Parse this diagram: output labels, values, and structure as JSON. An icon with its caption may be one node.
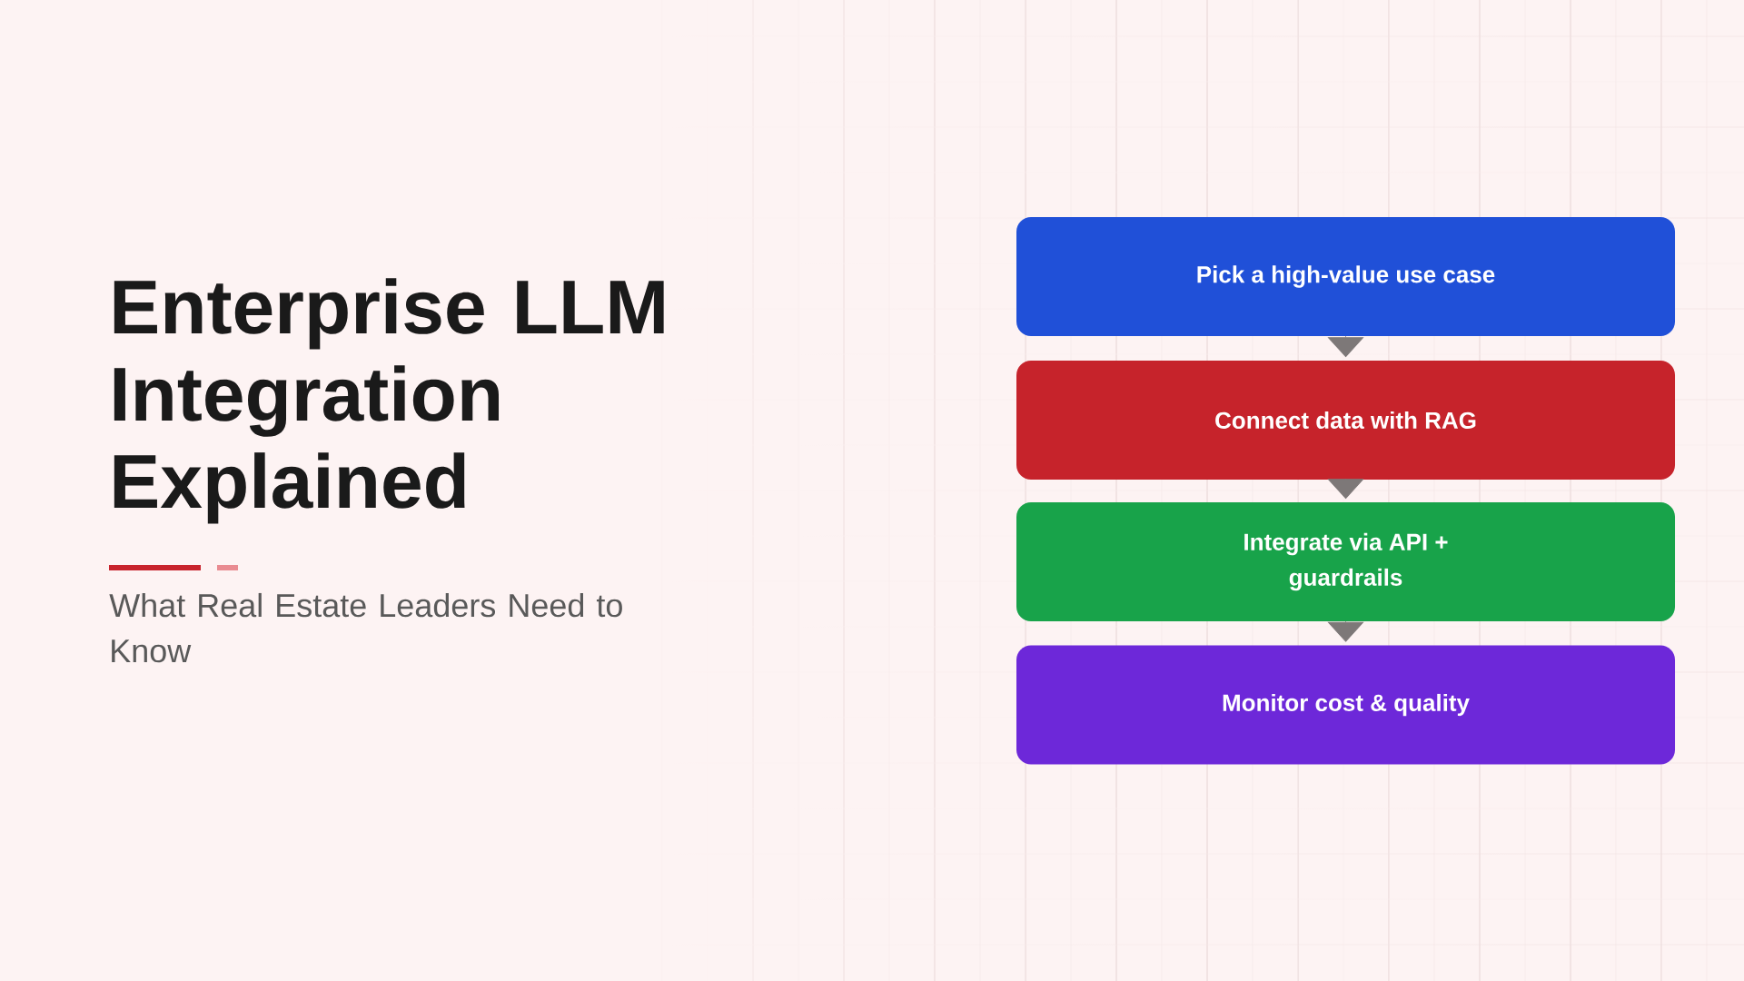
{
  "diagram": {
    "title": "Enterprise LLM Integration Explained",
    "nodes": [
      {
        "text": [
          "Pick a high-value use case"
        ]
      },
      {
        "text": [
          "Connect data with RAG"
        ]
      },
      {
        "text": [
          "Integrate via API + guardrails"
        ]
      },
      {
        "text": [
          "Monitor cost & quality"
        ]
      }
    ],
    "edges": [
      {
        "from": 0,
        "to": 1,
        "arrow": "to"
      },
      {
        "from": 1,
        "to": 2,
        "arrow": "to"
      },
      {
        "from": 2,
        "to": 3,
        "arrow": "to"
      }
    ],
    "labels": [
      "What Real Estate Leaders Need to Know"
    ]
  }
}
